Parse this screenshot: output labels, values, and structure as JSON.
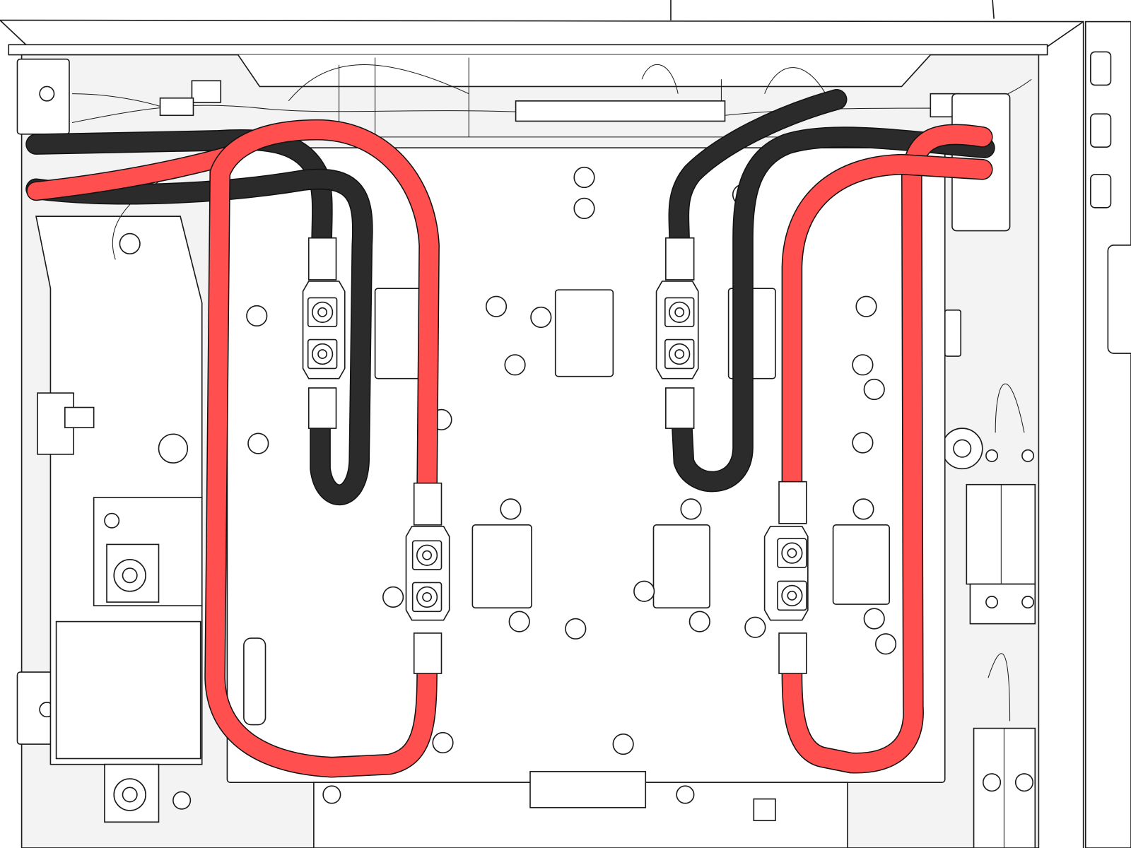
{
  "colors": {
    "positive_cable": "#ff4f4f",
    "negative_cable": "#2b2b2b",
    "outline": "#1a1a1a",
    "panel_fill": "#f3f3f3",
    "background": "#ffffff"
  },
  "components": {
    "cables": [
      "positive-cable-left",
      "negative-cable-left",
      "negative-cable-right",
      "positive-cable-right"
    ],
    "lugs": [
      "cable-lug-left-upper",
      "cable-lug-left-lower",
      "cable-lug-right-upper",
      "cable-lug-right-lower"
    ]
  }
}
